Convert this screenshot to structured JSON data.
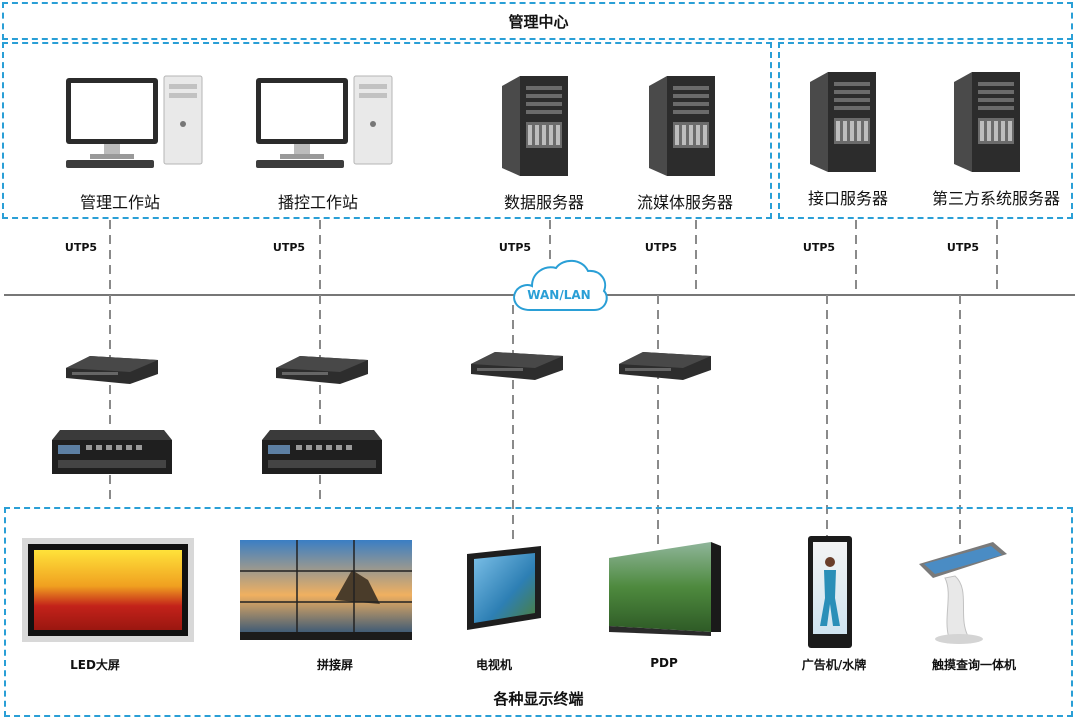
{
  "management_center": {
    "title": "管理中心",
    "workstations": [
      {
        "label": "管理工作站",
        "icon": "desktop-pc-icon"
      },
      {
        "label": "播控工作站",
        "icon": "desktop-pc-icon"
      }
    ],
    "servers": [
      {
        "label": "数据服务器",
        "icon": "tower-server-icon"
      },
      {
        "label": "流媒体服务器",
        "icon": "tower-server-icon"
      }
    ],
    "interface_servers": [
      {
        "label": "接口服务器",
        "icon": "tower-server-icon"
      },
      {
        "label": "第三方系统服务器",
        "icon": "tower-server-icon"
      }
    ]
  },
  "cable_label": "UTP5",
  "network": {
    "label": "WAN/LAN",
    "icon": "cloud-icon"
  },
  "terminals": {
    "title": "各种显示终端",
    "items": [
      {
        "label": "LED大屏",
        "icon": "led-screen-icon"
      },
      {
        "label": "拼接屏",
        "icon": "video-wall-icon"
      },
      {
        "label": "电视机",
        "icon": "tv-icon"
      },
      {
        "label": "PDP",
        "icon": "pdp-panel-icon"
      },
      {
        "label": "广告机/水牌",
        "icon": "ad-kiosk-icon"
      },
      {
        "label": "触摸查询一体机",
        "icon": "touch-kiosk-icon"
      }
    ]
  },
  "colors": {
    "accent": "#2a9fd6",
    "line": "#888888"
  }
}
